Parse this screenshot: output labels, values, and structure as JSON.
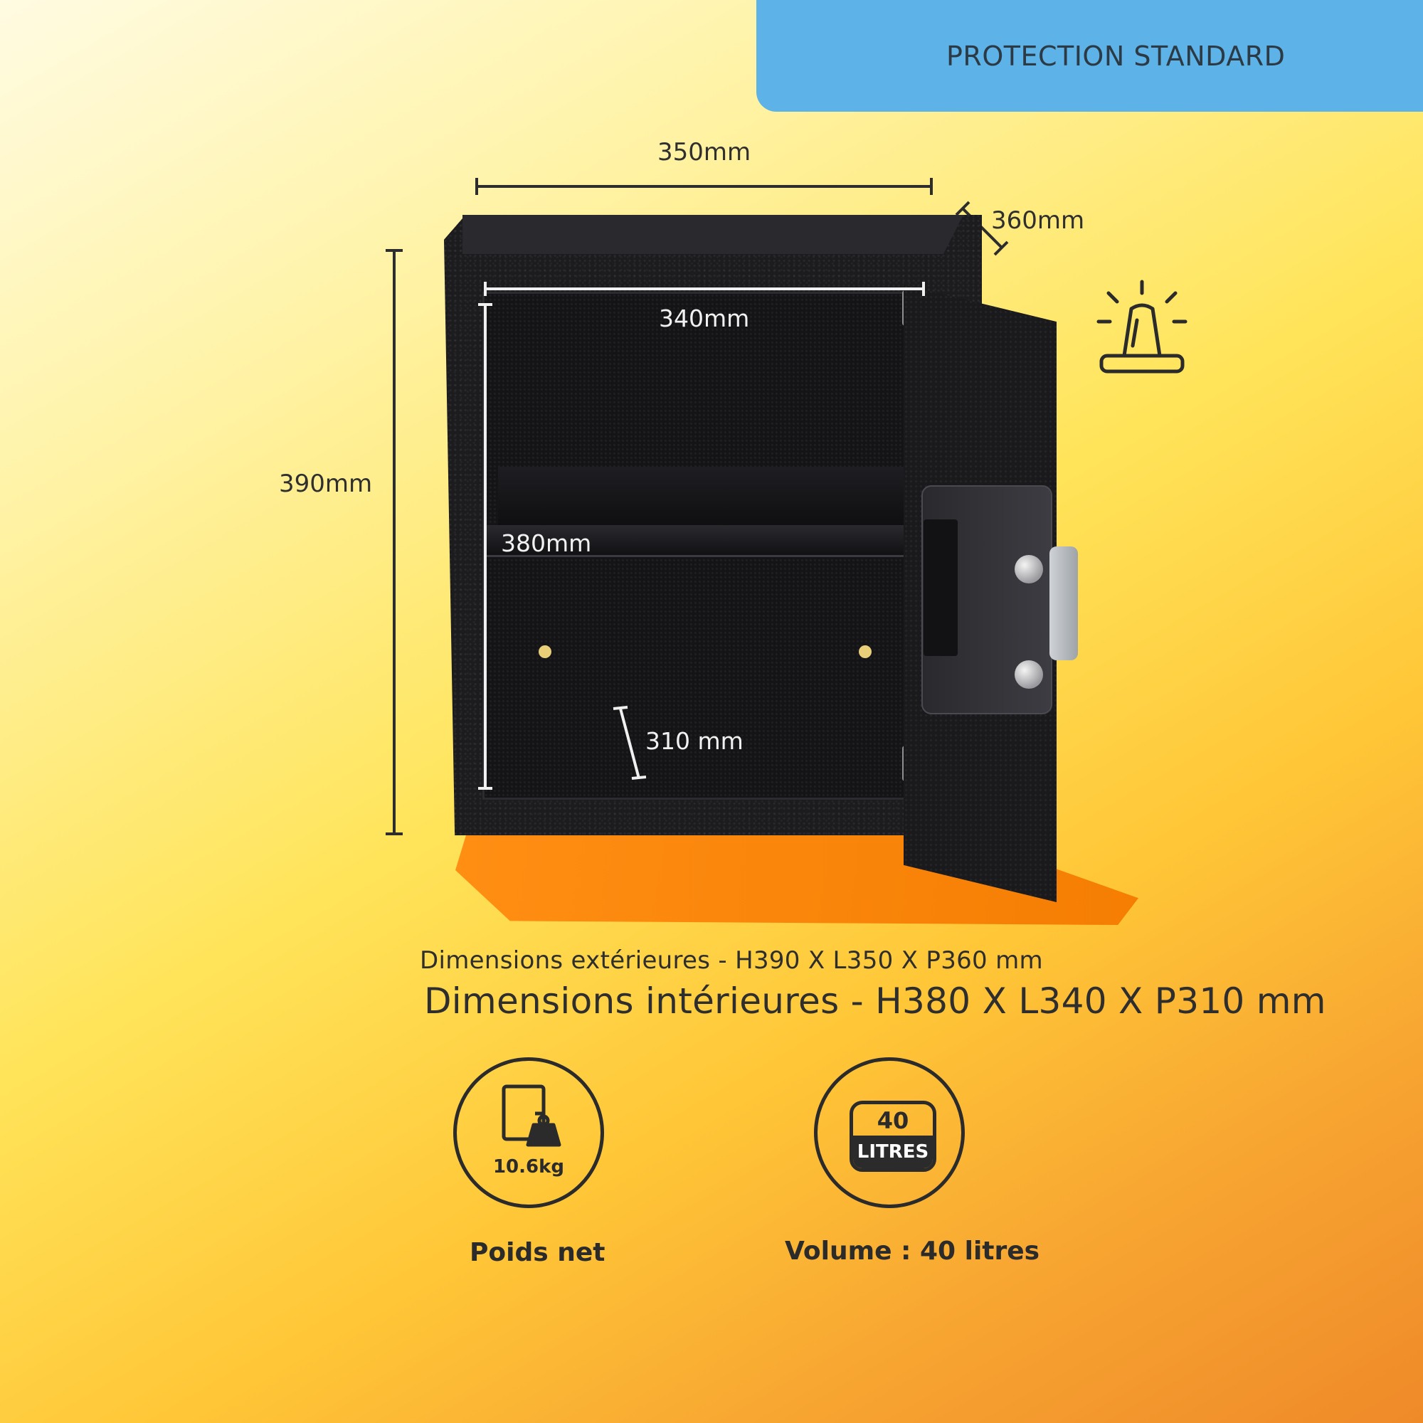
{
  "banner": {
    "label": "PROTECTION STANDARD",
    "color": "#5db2e7"
  },
  "dimensions": {
    "width_ext": "350mm",
    "depth_ext": "360mm",
    "height_ext": "390mm",
    "width_int": "340mm",
    "height_int": "380mm",
    "depth_int": "310 mm"
  },
  "summary": {
    "exterior": "Dimensions extérieures - H390 X L350 X P360 mm",
    "interior": "Dimensions intérieures - H380 X L340 X P310 mm"
  },
  "icons": {
    "alarm": "alarm-light-icon",
    "weight": "weight-icon",
    "volume": "volume-icon"
  },
  "features": {
    "weight": {
      "value": "10.6kg",
      "label": "Poids net"
    },
    "volume": {
      "number": "40",
      "unit": "LITRES",
      "label": "Volume : 40 litres"
    }
  }
}
